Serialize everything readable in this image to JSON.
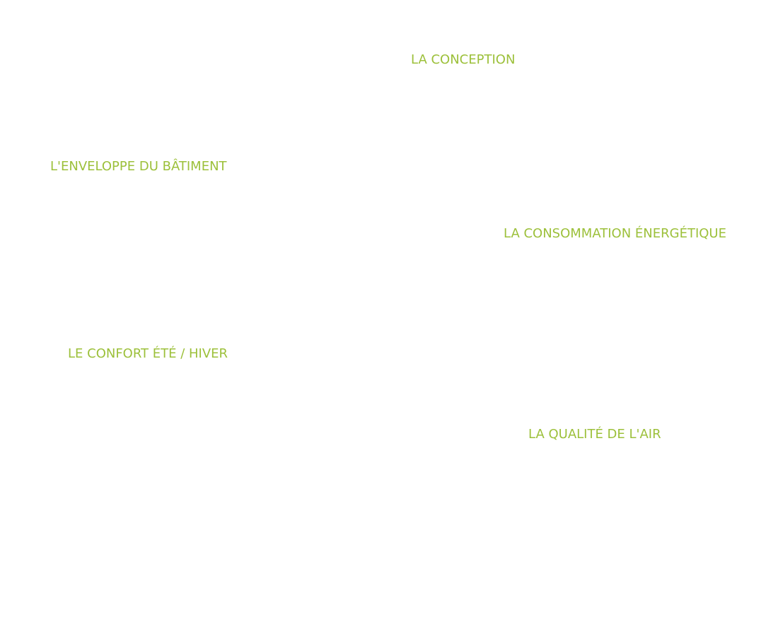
{
  "accent_color": "#9cc03a",
  "labels": {
    "conception": "LA CONCEPTION",
    "enveloppe": "L'ENVELOPPE DU BÂTIMENT",
    "consommation": "LA CONSOMMATION ÉNERGÉTIQUE",
    "confort": "LE CONFORT ÉTÉ / HIVER",
    "qualite_air": "LA QUALITÉ DE L'AIR"
  }
}
